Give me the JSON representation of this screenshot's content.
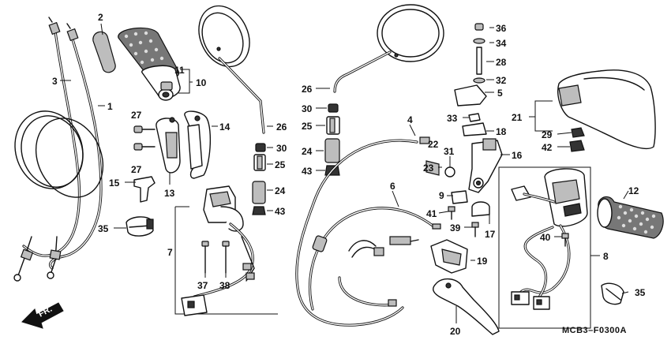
{
  "diagram": {
    "code": "MCB3–F0300A",
    "front_label": "FR.",
    "callouts": [
      "1",
      "2",
      "3",
      "4",
      "5",
      "6",
      "7",
      "8",
      "9",
      "10",
      "11",
      "12",
      "13",
      "14",
      "15",
      "16",
      "17",
      "18",
      "19",
      "20",
      "21",
      "22",
      "23",
      "24",
      "25",
      "26",
      "27",
      "28",
      "29",
      "30",
      "31",
      "32",
      "33",
      "34",
      "35",
      "36",
      "37",
      "38",
      "39",
      "40",
      "41",
      "42",
      "43"
    ]
  }
}
